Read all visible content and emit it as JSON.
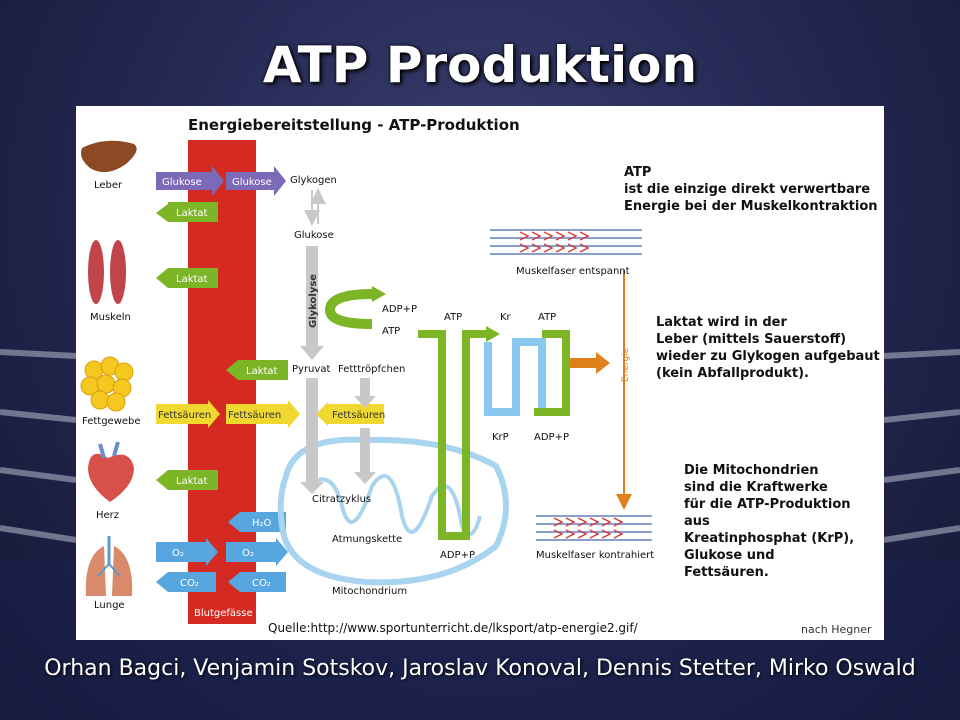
{
  "slide": {
    "title": "ATP Produktion",
    "authors": "Orhan Bagci, Venjamin Sotskov, Jaroslav Konoval, Dennis Stetter, Mirko Oswald",
    "source": "Quelle:http://www.sportunterricht.de/lksport/atp-energie2.gif/",
    "credit": "nach Hegner"
  },
  "diagram": {
    "title": "Energiebereitstellung  -  ATP-Produktion",
    "organs": {
      "leber": "Leber",
      "muskeln": "Muskeln",
      "fettgewebe": "Fettgewebe",
      "herz": "Herz",
      "lunge": "Lunge"
    },
    "blutgefaesse": "Blutgefässe",
    "arrows": {
      "glukose": "Glukose",
      "laktat": "Laktat",
      "fettsaeuren": "Fettsäuren",
      "h2o": "H₂O",
      "o2": "O₂",
      "co2": "CO₂"
    },
    "pathway": {
      "glykogen": "Glykogen",
      "glukose": "Glukose",
      "glykolyse": "Glykolyse",
      "pyruvat": "Pyruvat",
      "fetttroepfchen": "Fetttröpfchen",
      "citratzyklus": "Citratzyklus",
      "atmungskette": "Atmungskette",
      "mitochondrium": "Mitochondrium"
    },
    "cycle": {
      "adp_p": "ADP+P",
      "atp": "ATP",
      "kr": "Kr",
      "krp": "KrP",
      "energie": "Energie"
    },
    "muscle": {
      "relaxed": "Muskelfaser entspannt",
      "contracted": "Muskelfaser kontrahiert"
    },
    "notes": {
      "atp": [
        "ATP",
        "ist die einzige direkt verwertbare",
        "Energie bei der Muskelkontraktion"
      ],
      "laktat": [
        "Laktat wird in der",
        "Leber (mittels Sauerstoff)",
        "wieder zu Glykogen aufgebaut",
        "(kein Abfallprodukt)."
      ],
      "mito": [
        "Die Mitochondrien",
        "sind die Kraftwerke",
        "für die ATP-Produktion",
        "aus",
        "Kreatinphosphat (KrP),",
        "Glukose und",
        "Fettsäuren."
      ]
    }
  },
  "colors": {
    "blood": "#d42a22",
    "glucose": "#7a6ab8",
    "lactate": "#7cb526",
    "fat": "#f0d830",
    "water": "#58a6e0",
    "energy": "#e0801a"
  }
}
